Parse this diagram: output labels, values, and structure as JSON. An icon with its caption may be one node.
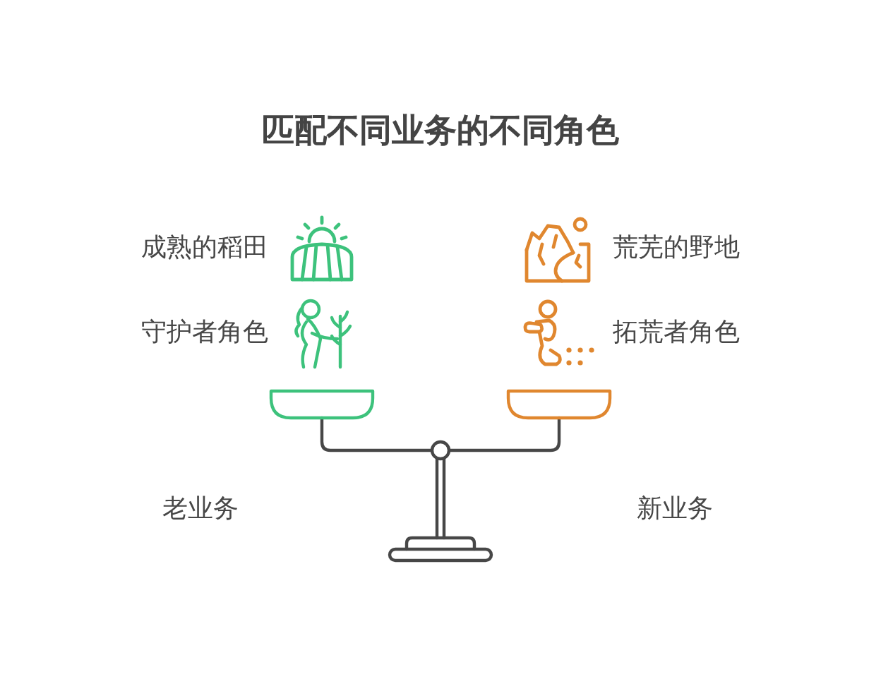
{
  "diagram": {
    "title": "匹配不同业务的不同角色",
    "labels": [
      "成熟的稻田",
      "荒芜的野地",
      "守护者角色",
      "拓荒者角色",
      "老业务",
      "新业务"
    ]
  }
}
